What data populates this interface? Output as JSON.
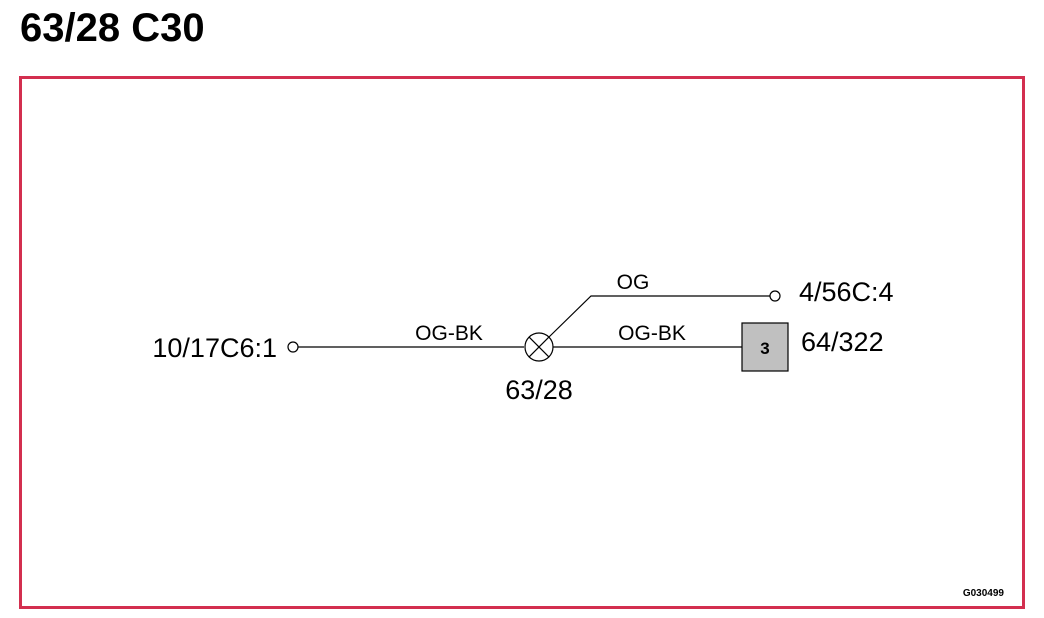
{
  "title": "63/28 C30",
  "colors": {
    "frame_border": "#d32f4f",
    "wire": "#000000",
    "connector_fill": "#c0c0c0"
  },
  "diagram": {
    "left_terminal": {
      "label": "10/17C6:1",
      "icon": "terminal-circle-icon"
    },
    "splice": {
      "label": "63/28",
      "icon": "splice-crossed-circle-icon"
    },
    "top_right_terminal": {
      "label": "4/56C:4",
      "icon": "terminal-circle-icon"
    },
    "right_connector": {
      "label": "64/322",
      "pin": "3",
      "icon": "connector-box-icon"
    },
    "wires": {
      "left": "OG-BK",
      "top_branch": "OG",
      "right": "OG-BK"
    },
    "drawing_code": "G030499"
  }
}
